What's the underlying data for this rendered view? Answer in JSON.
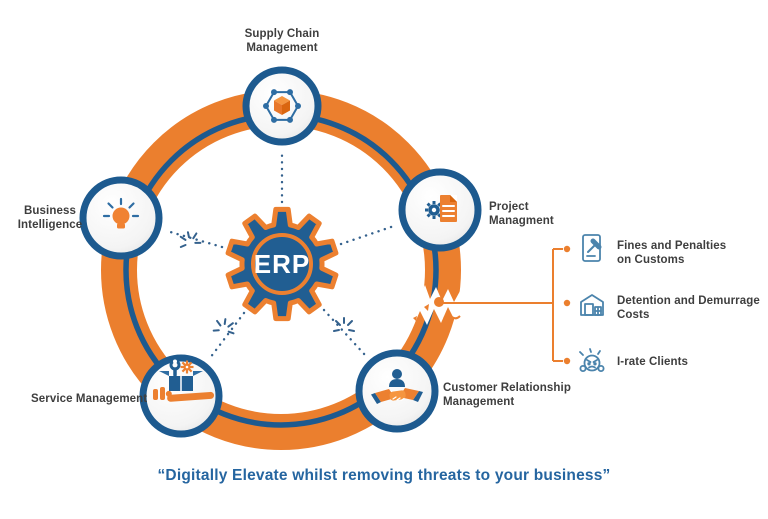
{
  "diagram": {
    "center": {
      "label": "ERP"
    },
    "nodes": [
      {
        "id": "supply-chain-management",
        "label": "Supply Chain\nManagement"
      },
      {
        "id": "business-intelligence",
        "label": "Business\nIntelligence"
      },
      {
        "id": "project-management",
        "label": "Project\nManagment"
      },
      {
        "id": "service-management",
        "label": "Service Management"
      },
      {
        "id": "customer-relationship-management",
        "label": "Customer Relationship\nManagement"
      }
    ],
    "threats": [
      {
        "label": "Fines and Penalties\non Customs",
        "icon": "gavel-document-icon"
      },
      {
        "label": "Detention and Demurrage\nCosts",
        "icon": "warehouse-icon"
      },
      {
        "label": "I-rate Clients",
        "icon": "angry-client-icon"
      }
    ],
    "quote": "“Digitally Elevate whilst removing threats to your business”",
    "colors": {
      "orange": "#EB7F2E",
      "blue": "#1D5A8F",
      "dotted_line_blue": "#34618D",
      "icon_outline_blue": "#4B84AC",
      "label_text": "#3E3E3E",
      "quote_blue": "#2565A0"
    }
  }
}
